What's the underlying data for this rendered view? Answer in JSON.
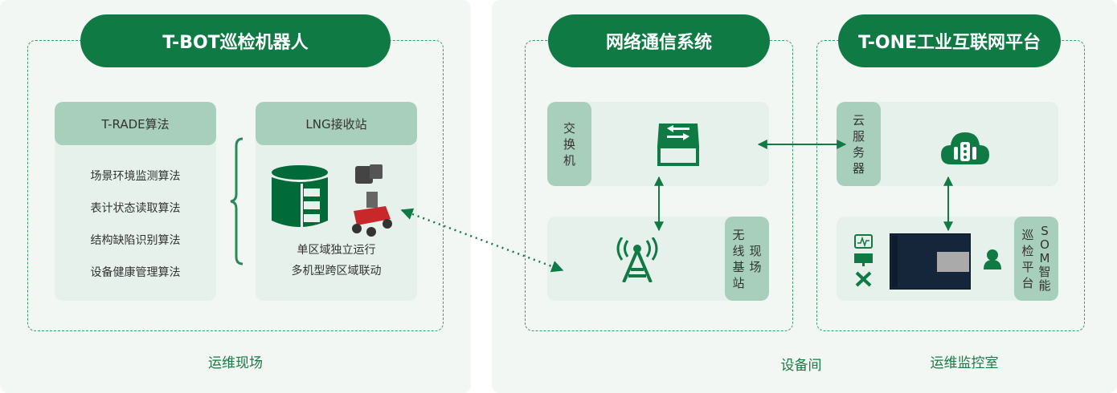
{
  "left": {
    "title": "T-BOT巡检机器人",
    "footer": "运维现场",
    "algo": {
      "header": "T-RADE算法",
      "items": [
        "场景环境监测算法",
        "表计状态读取算法",
        "结构缺陷识别算法",
        "设备健康管理算法"
      ]
    },
    "station": {
      "header": "LNG接收站",
      "lines": [
        "单区域独立运行",
        "多机型跨区域联动"
      ]
    }
  },
  "network": {
    "title": "网络通信系统",
    "footer": "设备间",
    "switch": {
      "label": [
        "交",
        "换",
        "机"
      ]
    },
    "base": {
      "label_right": [
        "现",
        "场"
      ],
      "label_left": [
        "无",
        "线",
        "基",
        "站"
      ]
    }
  },
  "platform": {
    "title": "T-ONE工业互联网平台",
    "footer": "运维监控室",
    "cloud": {
      "label": [
        "云",
        "服",
        "务",
        "器"
      ]
    },
    "som": {
      "label_right": [
        "S",
        "O",
        "M",
        "智",
        "能"
      ],
      "label_left": [
        "巡",
        "检",
        "平",
        "台"
      ]
    }
  },
  "colors": {
    "primary": "#107a45",
    "light": "#a8cfbb",
    "bg": "#e6f1eb"
  }
}
